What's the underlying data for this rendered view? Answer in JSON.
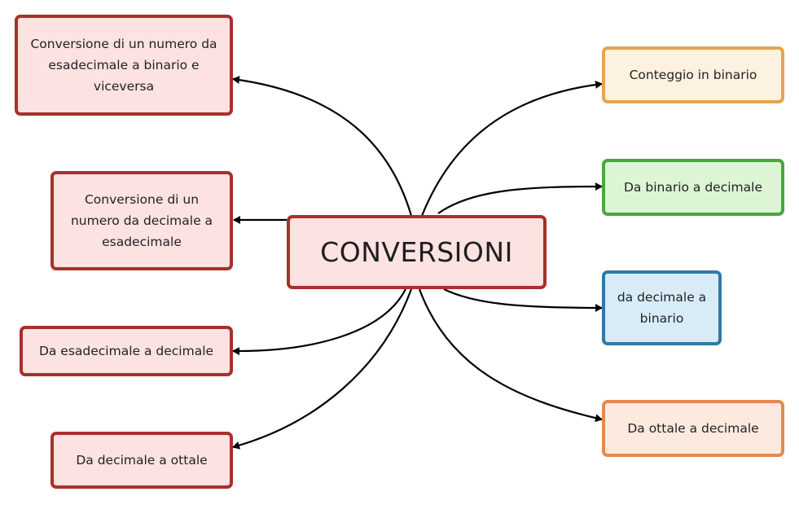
{
  "center": {
    "label": "CONVERSIONI"
  },
  "left_nodes": [
    {
      "id": "hex-bin",
      "label": "Conversione di un numero da esadecimale a binario e viceversa"
    },
    {
      "id": "dec-hex",
      "label": "Conversione di un numero da decimale a esadecimale"
    },
    {
      "id": "hex-dec",
      "label": "Da esadecimale a decimale"
    },
    {
      "id": "dec-oct",
      "label": "Da decimale a ottale"
    }
  ],
  "right_nodes": [
    {
      "id": "count-bin",
      "label": "Conteggio in binario"
    },
    {
      "id": "bin-dec",
      "label": "Da binario a decimale"
    },
    {
      "id": "dec-bin",
      "label": "da decimale a binario"
    },
    {
      "id": "oct-dec",
      "label": "Da ottale a decimale"
    }
  ],
  "colors": {
    "center_border": "#a8302d",
    "center_fill": "#fde2e2",
    "left_border": "#a8302d",
    "left_fill": "#fde2e2",
    "count_bin_border": "#e3a64f",
    "bin_dec_border": "#4ca443",
    "dec_bin_border": "#2f79a5",
    "oct_dec_border": "#e58a4e",
    "connector": "#000000"
  }
}
